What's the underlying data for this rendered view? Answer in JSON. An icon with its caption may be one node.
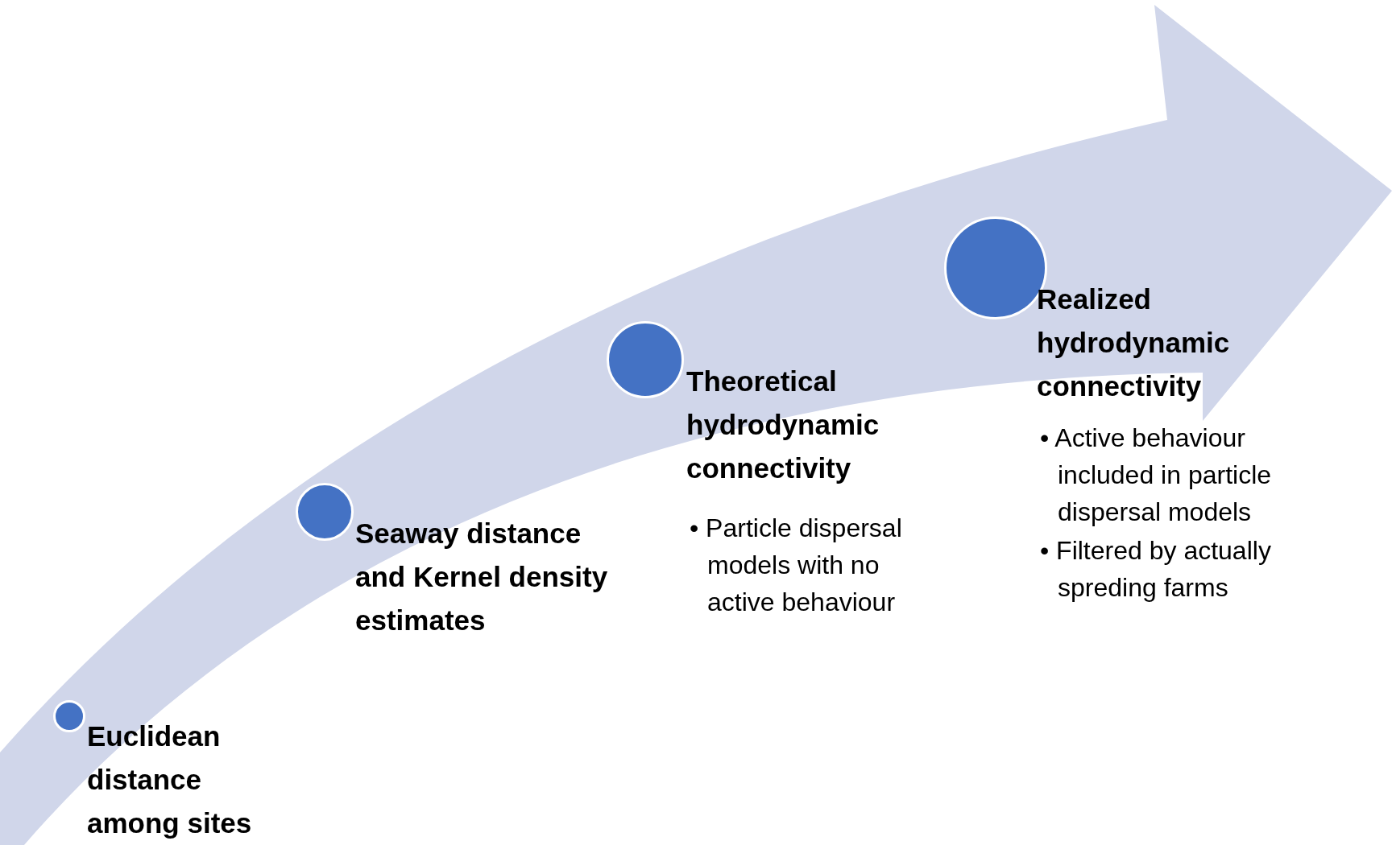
{
  "diagram": {
    "nodes": [
      {
        "text": [
          "Euclidean distance among sites"
        ]
      },
      {
        "text": [
          "Seaway distance and Kernel density estimates"
        ]
      },
      {
        "text": [
          "Theoretical hydrodynamic connectivity"
        ]
      },
      {
        "text": [
          "Realized hydrodynamic connectivity"
        ],
        "beside": [
          "• Active behaviour included in particle dispersal models",
          "• Filtered by actually spreding farms"
        ]
      }
    ],
    "labels": [
      "• Particle dispersal models with no active behaviour"
    ]
  }
}
